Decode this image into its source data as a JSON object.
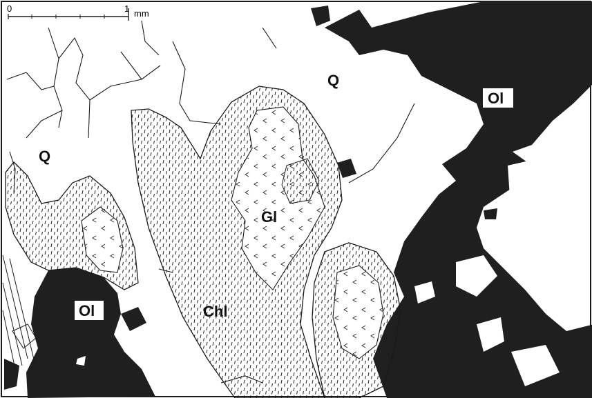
{
  "scale_bar": {
    "start": "0",
    "end": "1",
    "unit": "mm"
  },
  "labels": {
    "quartz_1": "Q",
    "quartz_2": "Q",
    "olivine_1": "Ol",
    "olivine_2": "Ol",
    "glass": "Gl",
    "chlorite": "Chl"
  },
  "colors": {
    "olivine": "#1f1f1f",
    "background": "#ffffff",
    "line": "#1a1a1a"
  }
}
